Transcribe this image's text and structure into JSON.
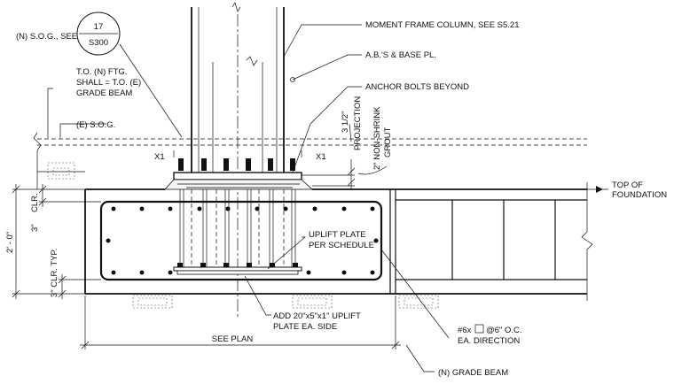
{
  "callout_sos_label": "(N) S.O.G., SEE",
  "section_bubble": {
    "number": "17",
    "sheet": "S300"
  },
  "notes": {
    "tof_line1": "T.O. (N) FTG.",
    "tof_line2": "SHALL = T.O. (E)",
    "tof_line3": "GRADE BEAM",
    "existing_sog": "(E) S.O.G.",
    "moment_frame": "MOMENT FRAME COLUMN, SEE S5.21",
    "ab_base_plate": "A.B.'S & BASE PL.",
    "anchor_bolts": "ANCHOR BOLTS BEYOND",
    "projection_dim": "3 1/2\"",
    "projection_word": "PROJECTION",
    "grout_line1": "2\" NON-SHRINK",
    "grout_line2": "GROUT",
    "x1_left": "X1",
    "x1_right": "X1",
    "top_of_line1": "TOP OF",
    "top_of_line2": "FOUNDATION",
    "clr_top_dim": "3\"",
    "clr_top_word": "CLR.",
    "depth_dim": "2' - 0\"",
    "clr_bottom": "3\" CLR. TYP.",
    "uplift_line1": "UPLIFT PLATE",
    "uplift_line2": "PER SCHEDULE",
    "add_plate_line1": "ADD 20\"x5\"x1\" UPLIFT",
    "add_plate_line2": "PLATE EA. SIDE",
    "rebar_pre": "#6x",
    "rebar_post": "@6\" O.C.",
    "rebar_line2": "EA. DIRECTION",
    "see_plan": "SEE PLAN",
    "grade_beam": "(N) GRADE BEAM"
  }
}
